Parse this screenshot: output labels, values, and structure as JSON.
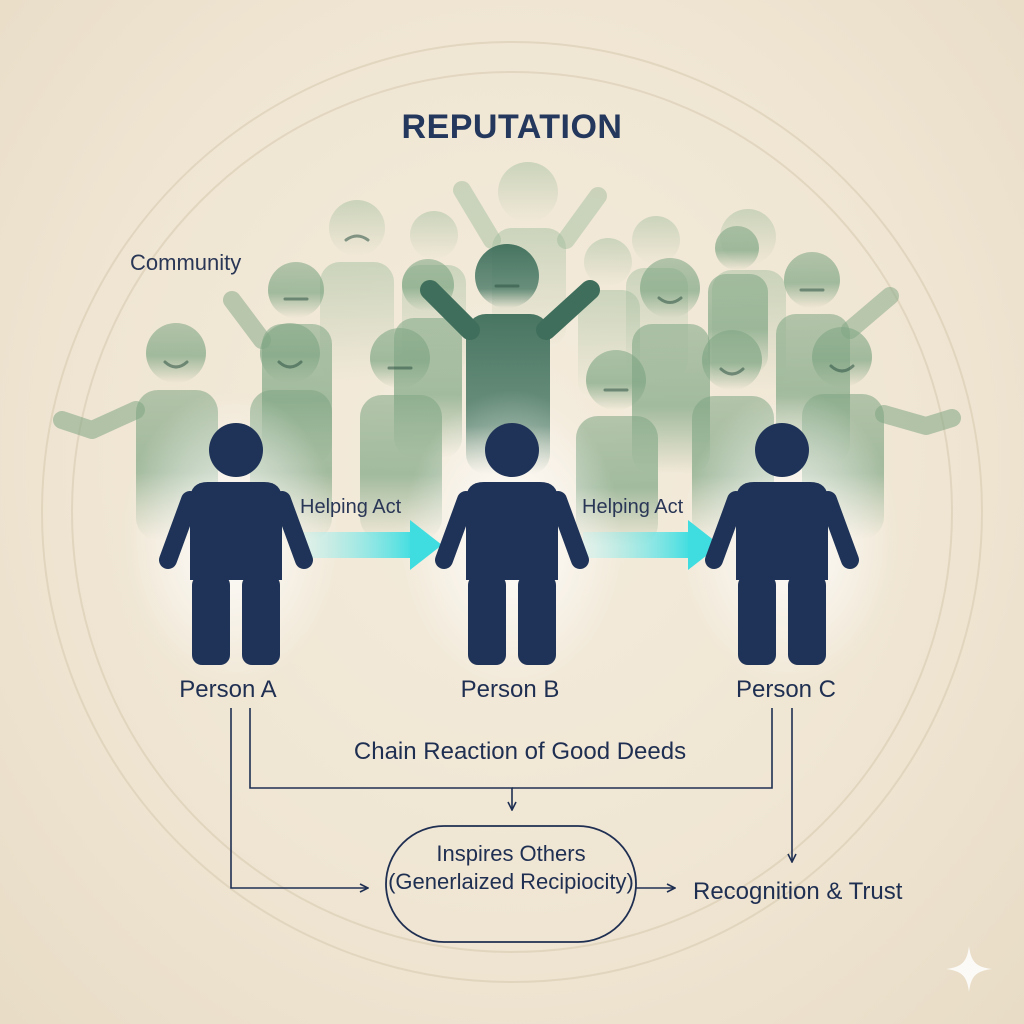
{
  "title": "REPUTATION",
  "community_label": "Community",
  "people": [
    {
      "name": "Person A"
    },
    {
      "name": "Person B"
    },
    {
      "name": "Person C"
    }
  ],
  "acts": [
    "Helping Act",
    "Helping Act"
  ],
  "chain_label": "Chain Reaction of Good Deeds",
  "inspires_label": "Inspires Others (Generlaized Recipiocity)",
  "outcome_label": "Recognition & Trust",
  "colors": {
    "background": "#efe5d2",
    "person": "#1f3358",
    "arrow": "#5ee3e6",
    "crowd": "#7fa684",
    "crowd_dark": "#4a7a66",
    "line": "#1f2f52"
  },
  "icons": {
    "sparkle": "sparkle-icon"
  }
}
